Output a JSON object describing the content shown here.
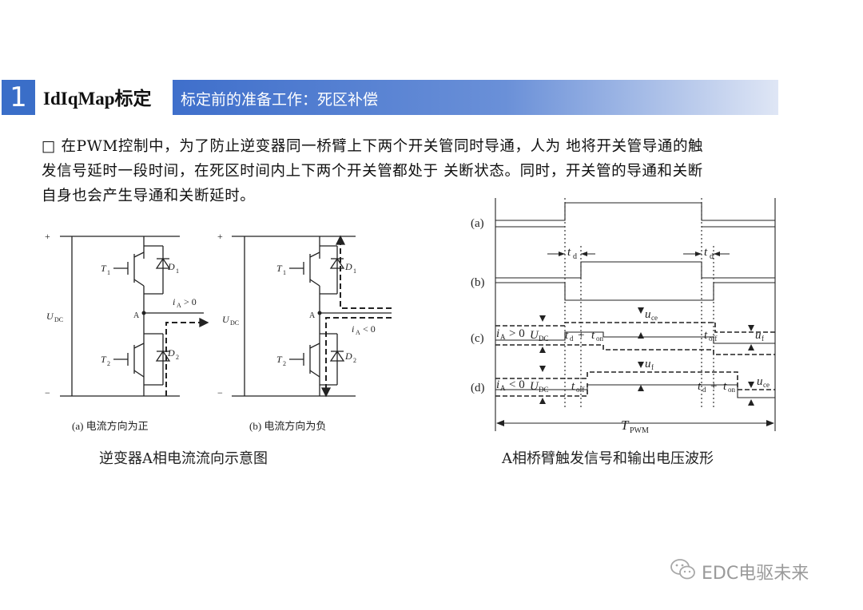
{
  "header": {
    "number": "1",
    "title": "IdIqMap标定",
    "subtitle": "标定前的准备工作：死区补偿"
  },
  "paragraph": {
    "lines": [
      "□ 在PWM控制中，为了防止逆变器同一桥臂上下两个开关管同时导通，人为 地将开关管导通的触",
      "发信号延时一段时间，在死区时间内上下两个开关管都处于 关断状态。同时，开关管的导通和关断",
      "自身也会产生导通和关断延时。"
    ]
  },
  "left_figure": {
    "caption": "逆变器A相电流流向示意图",
    "sub_a": "(a)  电流方向为正",
    "sub_b": "(b)  电流方向为负",
    "label_t1": "T",
    "label_t2": "T",
    "label_d1": "D",
    "label_d2": "D",
    "sub_1": "1",
    "sub_2": "2",
    "label_a_node": "A",
    "label_udc": "U",
    "sub_dc": "DC",
    "label_ia_pos": "i",
    "sub_ia": "A",
    "ia_pos_rel": "> 0",
    "ia_neg_rel": "< 0",
    "plus": "+",
    "minus": "−"
  },
  "right_figure": {
    "caption": "A相桥臂触发信号和输出电压波形",
    "row_labels": [
      "(a)",
      "(b)",
      "(c)",
      "(d)"
    ],
    "td": "t",
    "td_sub": "d",
    "uce": "u",
    "uce_sub": "ce",
    "uf": "u",
    "uf_sub": "f",
    "toff": "t",
    "toff_sub": "off",
    "ton_expr": "t",
    "ton_sub": "on",
    "udc": "U",
    "udc_sub": "DC",
    "ia_pos": "i",
    "ia_sub": "A",
    "ia_pos_rel": "> 0",
    "ia_neg_rel": "< 0",
    "plus_sign": "+",
    "tpwm": "T",
    "tpwm_sub": "PWM"
  },
  "watermark": {
    "text": "EDC电驱未来"
  }
}
